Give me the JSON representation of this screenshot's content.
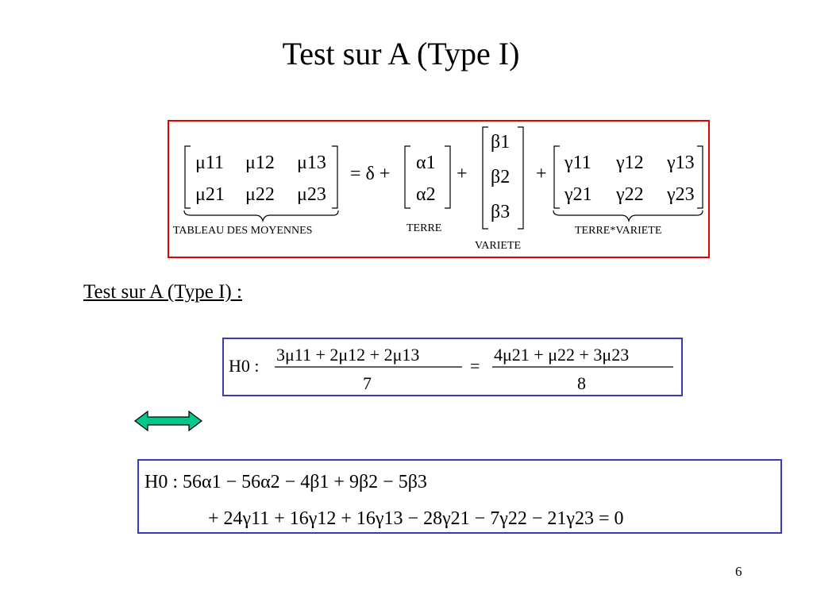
{
  "slide": {
    "title": "Test sur A (Type I)",
    "subtitle": "Test sur A (Type I) :",
    "page_number": "6"
  },
  "model": {
    "mu": [
      "μ11",
      "μ12",
      "μ13",
      "μ21",
      "μ22",
      "μ23"
    ],
    "alpha": [
      "α1",
      "α2"
    ],
    "beta": [
      "β1",
      "β2",
      "β3"
    ],
    "gamma": [
      "γ11",
      "γ12",
      "γ13",
      "γ21",
      "γ22",
      "γ23"
    ],
    "equals_delta": "= δ +",
    "plus": "+",
    "label_tableau": "TABLEAU DES MOYENNES",
    "label_terre": "TERRE",
    "label_variete": "VARIETE",
    "label_interaction": "TERRE*VARIETE"
  },
  "hypothesis_means": {
    "lhs": "H0 :",
    "numerator_left": "3μ11 + 2μ12 + 2μ13",
    "denominator_left": "7",
    "equals": "=",
    "numerator_right": "4μ21 + μ22 + 3μ23",
    "denominator_right": "8"
  },
  "hypothesis_params": {
    "line1": "H0 : 56α1 − 56α2 − 4β1 + 9β2 − 5β3",
    "line2": "+ 24γ11 + 16γ12 + 16γ13 − 28γ21 − 7γ22 − 21γ23 = 0"
  },
  "colors": {
    "red_border": "#e60000",
    "blue_border": "#3a3ab8",
    "arrow_fill": "#00c88c"
  },
  "icons": [
    "double-arrow-icon"
  ]
}
